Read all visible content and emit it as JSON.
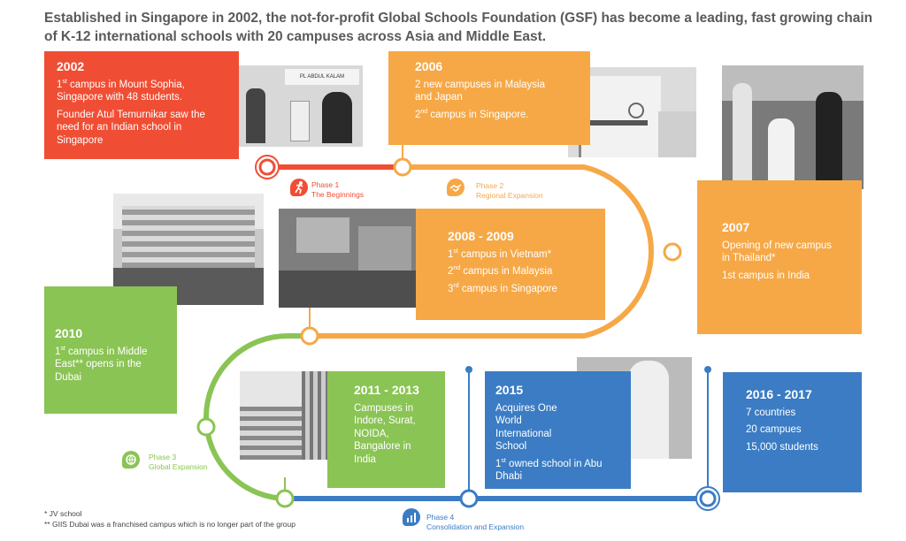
{
  "intro": "Established in Singapore in 2002, the not-for-profit Global Schools Foundation (GSF) has become a leading, fast growing chain of K-12 international schools with 20 campuses across Asia and Middle East.",
  "milestones": {
    "y2002": {
      "year": "2002",
      "l1a": "1",
      "l1sup": "st",
      "l1b": " campus in Mount Sophia, Singapore with 48 students.",
      "l2": "Founder Atul Temurnikar saw the need for an Indian school in Singapore"
    },
    "y2006": {
      "year": "2006",
      "l1": "2 new campuses in Malaysia and Japan",
      "l2a": "2",
      "l2sup": "nd",
      "l2b": " campus in Singapore."
    },
    "y2007": {
      "year": "2007",
      "l1": "Opening of new campus in Thailand*",
      "l2": "1st campus in India"
    },
    "y2008": {
      "year": "2008 - 2009",
      "l1a": "1",
      "l1sup": "st",
      "l1b": " campus in Vietnam*",
      "l2a": "2",
      "l2sup": "nd",
      "l2b": " campus in Malaysia",
      "l3a": "3",
      "l3sup": "rd",
      "l3b": " campus in Singapore"
    },
    "y2010": {
      "year": "2010",
      "l1a": "1",
      "l1sup": "st",
      "l1b": " campus in Middle East** opens in the Dubai"
    },
    "y2011": {
      "year": "2011 - 2013",
      "l1": "Campuses in Indore, Surat, NOIDA, Bangalore in India"
    },
    "y2015": {
      "year": "2015",
      "l1": "Acquires One World International School",
      "l2a": "1",
      "l2sup": "st",
      "l2b": " owned school in Abu Dhabi"
    },
    "y2016": {
      "year": "2016 - 2017",
      "l1": "7 countries",
      "l2": "20 campues",
      "l3": "15,000 students"
    }
  },
  "phases": [
    {
      "num": "Phase 1",
      "name": "The Beginnings",
      "color": "#f04e34"
    },
    {
      "num": "Phase 2",
      "name": "Regional Expansion",
      "color": "#f6a847"
    },
    {
      "num": "Phase 3",
      "name": "Global Expansion",
      "color": "#8ac454"
    },
    {
      "num": "Phase 4",
      "name": "Consolidation and Expansion",
      "color": "#3b7cc4"
    }
  ],
  "sign_text": "PL ABDUL KALAM",
  "footnotes": {
    "f1": "*  JV school",
    "f2": "** GIIS Dubai was a franchised campus which is no longer part of the group"
  }
}
